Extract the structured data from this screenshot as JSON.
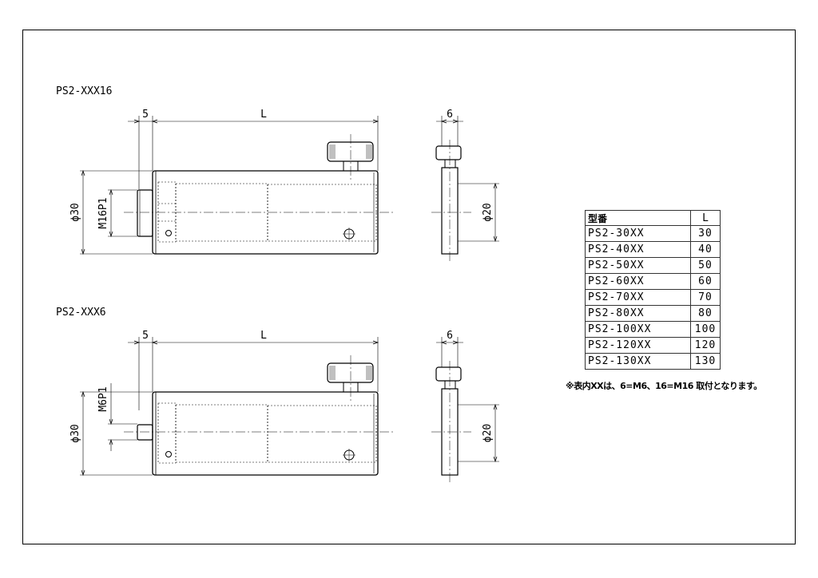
{
  "drawings": [
    {
      "title": "PS2-XXX16",
      "dim_offset": "5",
      "dim_length": "L",
      "dim_diameter": "ϕ30",
      "dim_thread": "M16P1",
      "side_dim_width": "6",
      "side_dim_diameter": "ϕ20"
    },
    {
      "title": "PS2-XXX6",
      "dim_offset": "5",
      "dim_length": "L",
      "dim_diameter": "ϕ30",
      "dim_thread": "M6P1",
      "side_dim_width": "6",
      "side_dim_diameter": "ϕ20"
    }
  ],
  "table": {
    "headers": [
      "型番",
      "L"
    ],
    "rows": [
      [
        "PS2-30XX",
        "30"
      ],
      [
        "PS2-40XX",
        "40"
      ],
      [
        "PS2-50XX",
        "50"
      ],
      [
        "PS2-60XX",
        "60"
      ],
      [
        "PS2-70XX",
        "70"
      ],
      [
        "PS2-80XX",
        "80"
      ],
      [
        "PS2-100XX",
        "100"
      ],
      [
        "PS2-120XX",
        "120"
      ],
      [
        "PS2-130XX",
        "130"
      ]
    ],
    "note": "※表内XXは、6=M6、16=M16 取付となります。"
  }
}
